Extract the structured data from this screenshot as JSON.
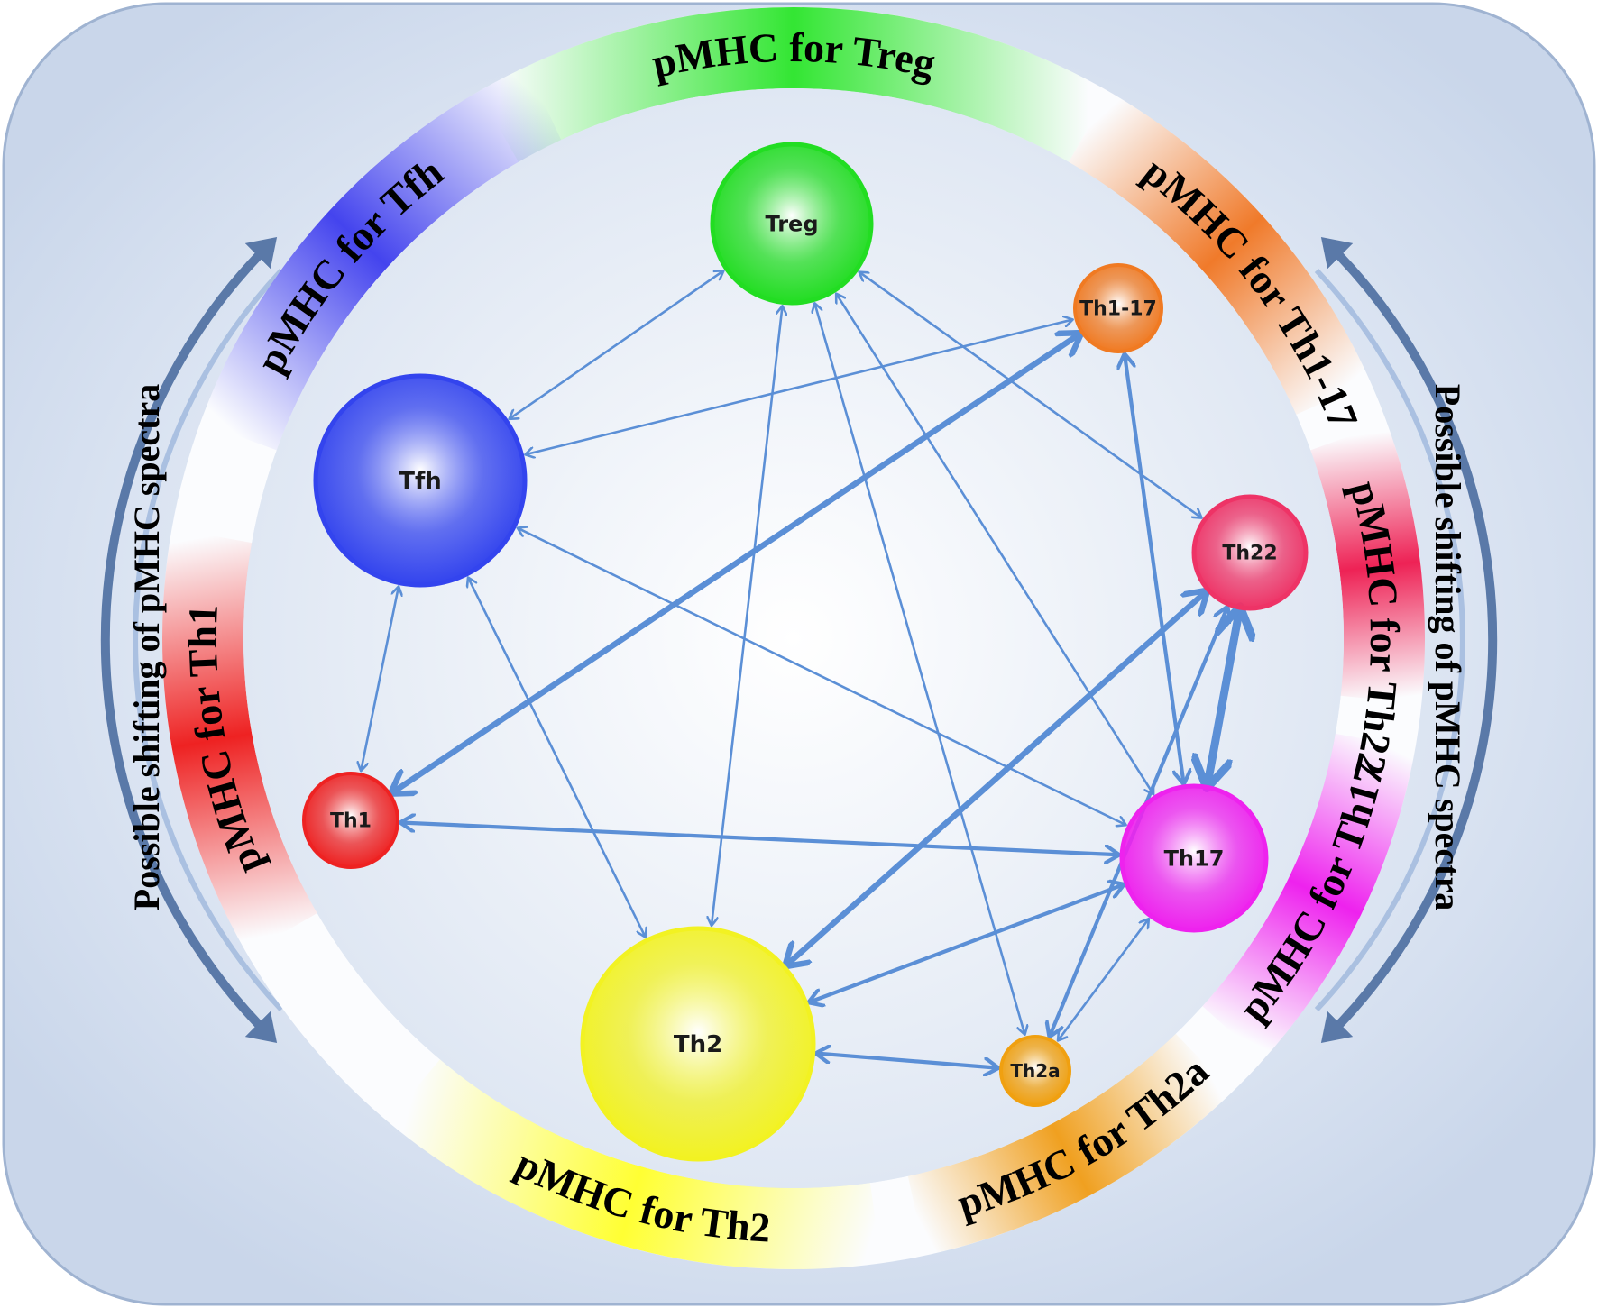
{
  "side_labels": {
    "left": "Possible shifting of pMHC spectra",
    "right": "Possible shifting of pMHC spectra"
  },
  "ring_labels": [
    {
      "id": "treg",
      "text": "pMHC for Treg",
      "color": "#33e633"
    },
    {
      "id": "th117",
      "text": "pMHC for Th1-17",
      "color": "#f07a2a"
    },
    {
      "id": "th22",
      "text": "pMHC for Th22",
      "color": "#ee2255"
    },
    {
      "id": "th17",
      "text": "pMHC for Th17",
      "color": "#ee22ee"
    },
    {
      "id": "th2a",
      "text": "pMHC for Th2a",
      "color": "#f0a020"
    },
    {
      "id": "th2",
      "text": "pMHC for Th2",
      "color": "#ffff33"
    },
    {
      "id": "th1",
      "text": "pMHC for Th1",
      "color": "#ee2222"
    },
    {
      "id": "tfh",
      "text": "pMHC for Tfh",
      "color": "#4444ee"
    }
  ],
  "nodes": [
    {
      "id": "treg",
      "label": "Treg",
      "color": "#22dd22",
      "size": "large"
    },
    {
      "id": "th117",
      "label": "Th1-17",
      "color": "#f07a22",
      "size": "small"
    },
    {
      "id": "tfh",
      "label": "Tfh",
      "color": "#3344ee",
      "size": "xlarge"
    },
    {
      "id": "th22",
      "label": "Th22",
      "color": "#ee3366",
      "size": "medium"
    },
    {
      "id": "th1",
      "label": "Th1",
      "color": "#ee2222",
      "size": "small"
    },
    {
      "id": "th17",
      "label": "Th17",
      "color": "#ee22ee",
      "size": "large"
    },
    {
      "id": "th2",
      "label": "Th2",
      "color": "#f2f222",
      "size": "xxlarge"
    },
    {
      "id": "th2a",
      "label": "Th2a",
      "color": "#f0a010",
      "size": "tiny"
    }
  ],
  "edges": [
    {
      "from": "treg",
      "to": "tfh",
      "weight": "thin"
    },
    {
      "from": "treg",
      "to": "th2",
      "weight": "thin"
    },
    {
      "from": "treg",
      "to": "th22",
      "weight": "thin"
    },
    {
      "from": "treg",
      "to": "th17",
      "weight": "thin"
    },
    {
      "from": "treg",
      "to": "th2a",
      "weight": "thin"
    },
    {
      "from": "th117",
      "to": "tfh",
      "weight": "thin"
    },
    {
      "from": "th117",
      "to": "th1",
      "weight": "thick"
    },
    {
      "from": "th117",
      "to": "th17",
      "weight": "medium"
    },
    {
      "from": "tfh",
      "to": "th1",
      "weight": "thin"
    },
    {
      "from": "tfh",
      "to": "th2",
      "weight": "thin"
    },
    {
      "from": "tfh",
      "to": "th17",
      "weight": "thin"
    },
    {
      "from": "th22",
      "to": "th2",
      "weight": "thick"
    },
    {
      "from": "th22",
      "to": "th2a",
      "weight": "medium"
    },
    {
      "from": "th22",
      "to": "th17",
      "weight": "xthick"
    },
    {
      "from": "th1",
      "to": "th17",
      "weight": "medium"
    },
    {
      "from": "th17",
      "to": "th2",
      "weight": "medium"
    },
    {
      "from": "th17",
      "to": "th2a",
      "weight": "thin"
    },
    {
      "from": "th2",
      "to": "th2a",
      "weight": "medium"
    }
  ]
}
